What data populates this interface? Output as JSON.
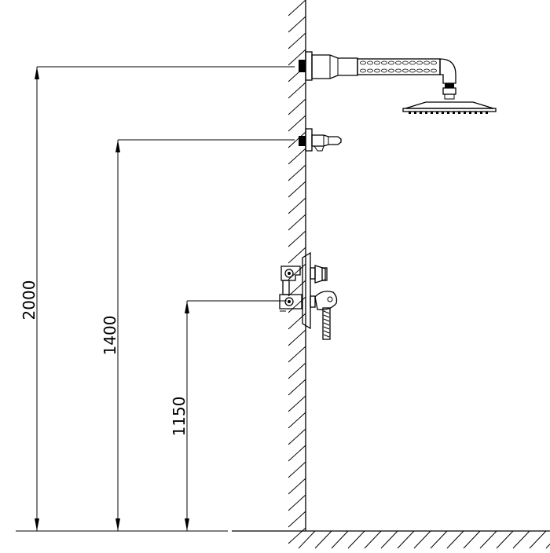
{
  "dimensions": [
    {
      "id": "shower-head-height",
      "label": "2000"
    },
    {
      "id": "hand-shower-outlet-height",
      "label": "1400"
    },
    {
      "id": "mixer-valve-height",
      "label": "1150"
    }
  ]
}
